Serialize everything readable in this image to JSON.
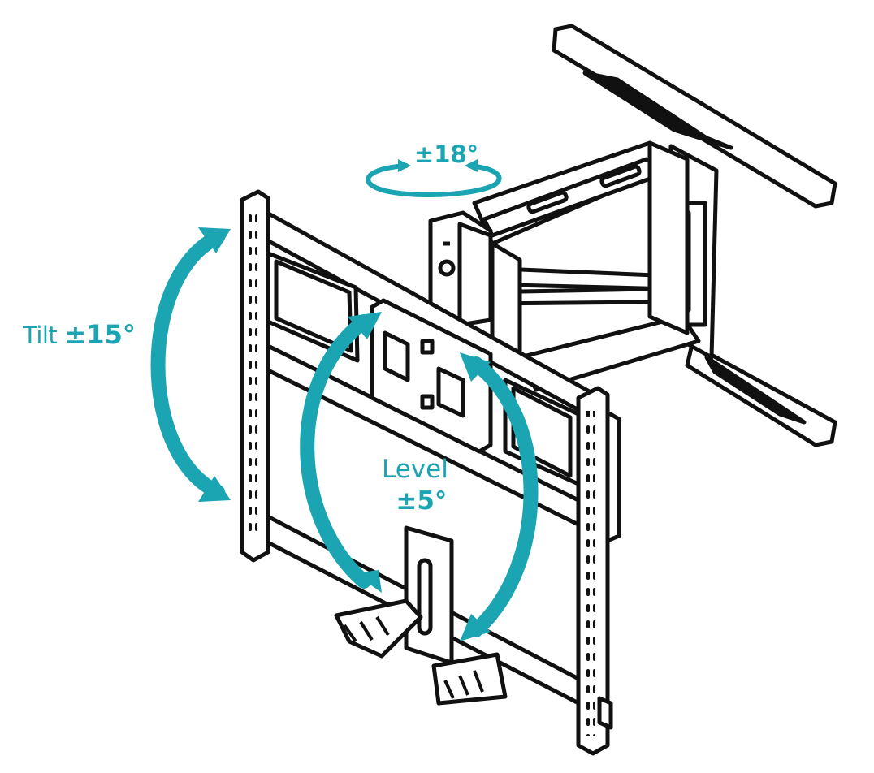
{
  "accent_color": "#1BA5B3",
  "line_color": "#111111",
  "labels": {
    "tilt": "Tilt",
    "tilt_value": "±15°",
    "swivel_value": "±18°",
    "level": "Level",
    "level_value": "±5°"
  },
  "icons": [
    "tilt-arrow-icon",
    "swivel-arrow-icon",
    "level-arrow-icon"
  ]
}
